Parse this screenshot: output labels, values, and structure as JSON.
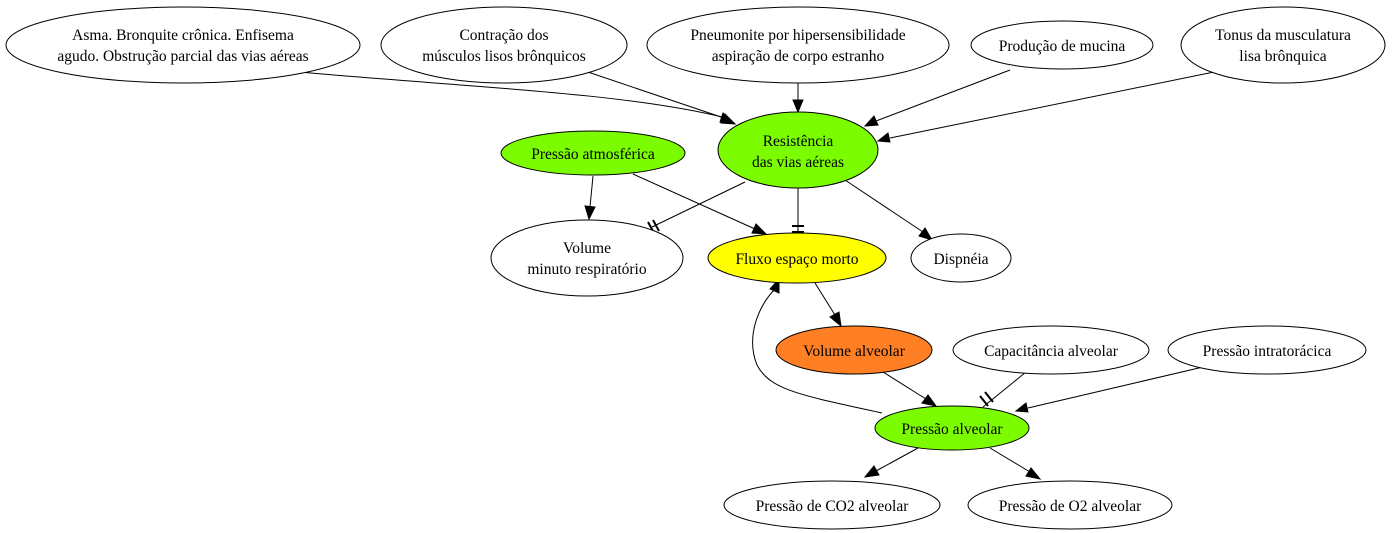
{
  "colors": {
    "white": "#ffffff",
    "green": "#7cfc00",
    "yellow": "#ffff00",
    "orange": "#ff7f24"
  },
  "nodes": {
    "asma": {
      "lines": [
        "Asma. Bronquite crônica. Enfisema",
        "agudo. Obstrução parcial das vias aéreas"
      ]
    },
    "contracao": {
      "lines": [
        "Contração dos",
        "músculos lisos brônquicos"
      ]
    },
    "pneumonite": {
      "lines": [
        "Pneumonite por hipersensibilidade",
        "aspiração de corpo estranho"
      ]
    },
    "producao": {
      "lines": [
        "Produção de mucina"
      ]
    },
    "tonus": {
      "lines": [
        "Tonus da musculatura",
        "lisa brônquica"
      ]
    },
    "pressao_atm": {
      "lines": [
        "Pressão atmosférica"
      ]
    },
    "resistencia": {
      "lines": [
        "Resistência",
        "das vias aéreas"
      ]
    },
    "volume_minuto": {
      "lines": [
        "Volume",
        "minuto respiratório"
      ]
    },
    "fluxo": {
      "lines": [
        "Fluxo espaço morto"
      ]
    },
    "dispneia": {
      "lines": [
        "Dispnéia"
      ]
    },
    "volume_alveolar": {
      "lines": [
        "Volume alveolar"
      ]
    },
    "capacitancia": {
      "lines": [
        "Capacitância alveolar"
      ]
    },
    "pressao_intra": {
      "lines": [
        "Pressão intratorácica"
      ]
    },
    "pressao_alveolar": {
      "lines": [
        "Pressão alveolar"
      ]
    },
    "co2": {
      "lines": [
        "Pressão de CO2 alveolar"
      ]
    },
    "o2": {
      "lines": [
        "Pressão de O2 alveolar"
      ]
    }
  }
}
